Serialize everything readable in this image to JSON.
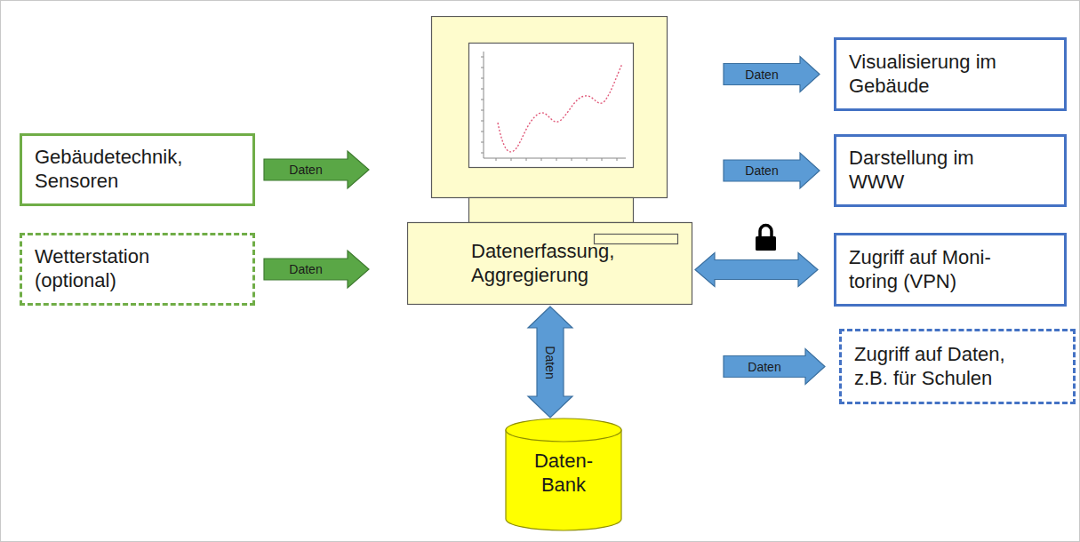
{
  "diagram": {
    "nodes": [
      {
        "text": [
          "Gebäudetechnik, Sensoren"
        ]
      },
      {
        "text": [
          "Wetterstation (optional)"
        ]
      },
      {
        "text": [
          "Datenerfassung, Aggregierung"
        ]
      },
      {
        "text": [
          "Daten- Bank"
        ]
      },
      {
        "text": [
          "Visualisierung im Gebäude"
        ]
      },
      {
        "text": [
          "Darstellung im WWW"
        ]
      },
      {
        "text": [
          "Zugriff auf Moni- toring (VPN)"
        ]
      },
      {
        "text": [
          "Zugriff auf Daten, z.B. für Schulen"
        ]
      }
    ],
    "edges": [
      {
        "from": 0,
        "to": 2,
        "arrow": "to",
        "label": "Daten"
      },
      {
        "from": 1,
        "to": 2,
        "arrow": "to",
        "label": "Daten"
      },
      {
        "from": 2,
        "to": 3,
        "arrow": "both",
        "label": "Daten"
      },
      {
        "from": 2,
        "to": 4,
        "arrow": "to",
        "label": "Daten"
      },
      {
        "from": 2,
        "to": 5,
        "arrow": "to",
        "label": "Daten"
      },
      {
        "from": 2,
        "to": 6,
        "arrow": "both"
      },
      {
        "from": 2,
        "to": 7,
        "arrow": "to",
        "label": "Daten"
      }
    ]
  }
}
